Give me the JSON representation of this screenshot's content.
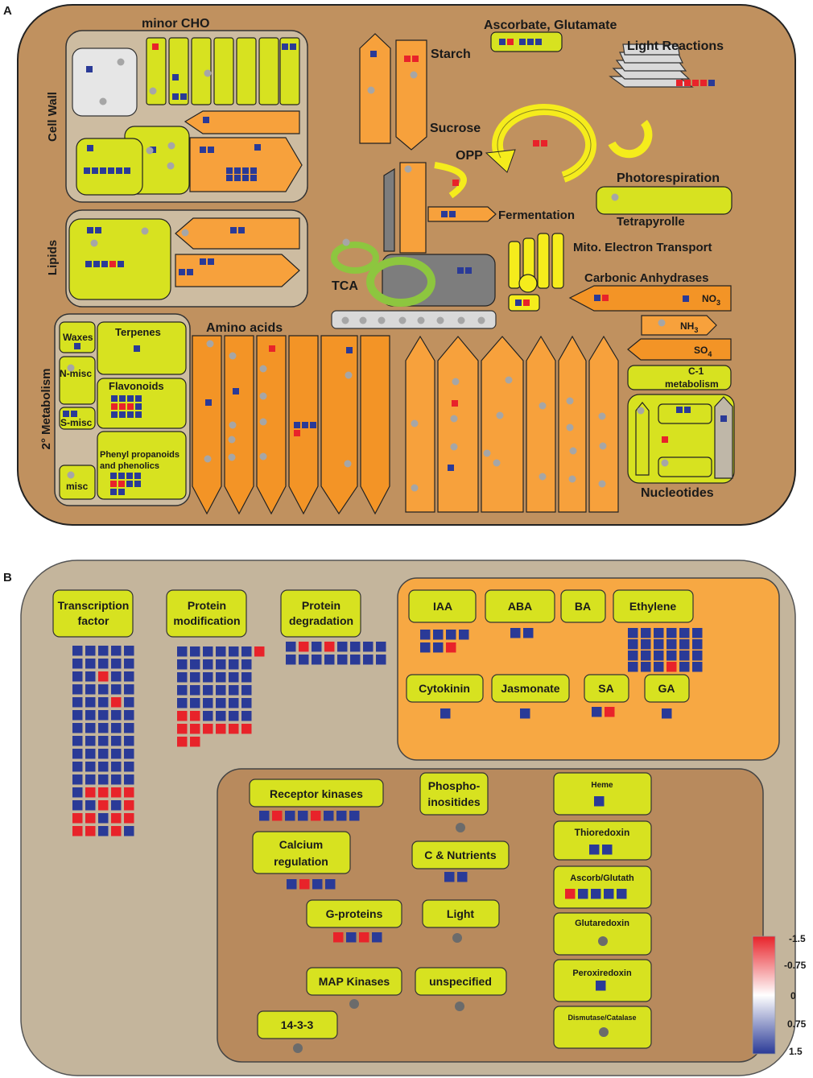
{
  "panel_a": {
    "letter": "A",
    "labels": {
      "minor_cho": "minor CHO",
      "cell_wall": "Cell Wall",
      "lipids": "Lipids",
      "metabolism2": "2° Metabolism",
      "waxes": "Waxes",
      "terpenes": "Terpenes",
      "n_misc": "N-misc",
      "flavonoids": "Flavonoids",
      "s_misc": "S-misc",
      "phenyl1": "Phenyl propanoids",
      "phenyl2": "and phenolics",
      "misc": "misc",
      "amino_acids": "Amino acids",
      "starch": "Starch",
      "sucrose": "Sucrose",
      "ascorbate": "Ascorbate, Glutamate",
      "light_reactions": "Light Reactions",
      "opp": "OPP",
      "photorespiration": "Photorespiration",
      "fermentation": "Fermentation",
      "tetrapyrolle": "Tetrapyrolle",
      "mito": "Mito. Electron Transport",
      "tca": "TCA",
      "carbonic": "Carbonic Anhydrases",
      "no3": "NO",
      "no3_sub": "3",
      "nh3": "NH",
      "nh3_sub": "3",
      "so4": "SO",
      "so4_sub": "4",
      "c1a": "C-1",
      "c1b": "metabolism",
      "nucleotides": "Nucleotides"
    }
  },
  "panel_b": {
    "letter": "B",
    "labels": {
      "tf1": "Transcription",
      "tf2": "factor",
      "pm1": "Protein",
      "pm2": "modification",
      "pd1": "Protein",
      "pd2": "degradation",
      "iaa": "IAA",
      "aba": "ABA",
      "ba": "BA",
      "ethylene": "Ethylene",
      "cytokinin": "Cytokinin",
      "jasmonate": "Jasmonate",
      "sa": "SA",
      "ga": "GA",
      "receptor": "Receptor kinases",
      "phospho1": "Phospho-",
      "phospho2": "inositides",
      "calcium1": "Calcium",
      "calcium2": "regulation",
      "cnut": "C & Nutrients",
      "gprot": "G-proteins",
      "light": "Light",
      "map": "MAP Kinases",
      "unspecified": "unspecified",
      "p1433": "14-3-3",
      "heme": "Heme",
      "thioredoxin": "Thioredoxin",
      "ascorb": "Ascorb/Glutath",
      "glutaredoxin": "Glutaredoxin",
      "peroxiredoxin": "Peroxiredoxin",
      "dismutase": "Dismutase/Catalase"
    }
  },
  "legend": {
    "ticks": [
      "-1.5",
      "-0.75",
      "0",
      "0.75",
      "1.5"
    ],
    "low_color": "#e8232a",
    "mid_color": "#ffffff",
    "high_color": "#2a3a97"
  },
  "colors": {
    "up": "#e8232a",
    "down": "#2a3a97",
    "neutral": "#a6a6a6",
    "neutral_dark": "#6b6b6b",
    "cell_bg": "#c0915f",
    "outer_b": "#c4b59c",
    "inner_b": "#b88a5d",
    "yellow_green": "#d7e220",
    "orange": "#f7a13c",
    "orange_dark": "#f39426",
    "hormone_panel": "#f7a843",
    "bright_yellow": "#f5ec1c",
    "green_ring": "#8dc63f",
    "grey_box": "#7d7d7d"
  }
}
